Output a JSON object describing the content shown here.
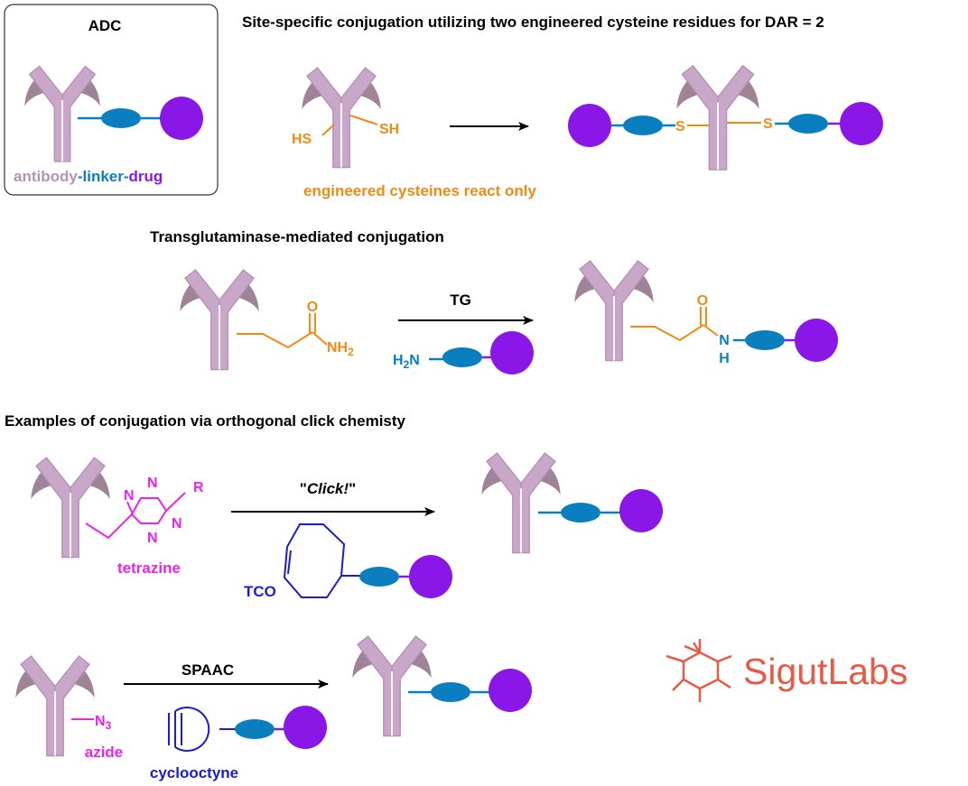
{
  "colors": {
    "antibody": "#c9a7c9",
    "antibody_outline": "#b591b5",
    "antibody_fab_dark": "#9f8497",
    "linker": "#0a7fc0",
    "drug": "#8a17e8",
    "cysteine": "#f28a14",
    "click_chem": "#ee22ee",
    "tco": "#1c1cd0",
    "logo": "#e85a45"
  },
  "adc_box": {
    "title": "ADC",
    "label_antibody": "antibody",
    "label_sep1": "-",
    "label_linker": "linker",
    "label_sep2": "-",
    "label_drug": "drug"
  },
  "cysteine": {
    "title": "Site-specific conjugation utilizing two engineered cysteine residues for DAR = 2",
    "hs_left": "HS",
    "sh_right": "SH",
    "s_left": "S",
    "s_right": "S",
    "caption": "engineered cysteines react only"
  },
  "transglutaminase": {
    "title": "Transglutaminase-mediated conjugation",
    "arrow_label": "TG",
    "amide_o": "O",
    "amide_nh": "NH",
    "amide_nh_sub": "2",
    "reagent_h": "H",
    "reagent_h_sub": "2",
    "reagent_n": "N",
    "product_o": "O",
    "product_n": "N",
    "product_h": "H"
  },
  "click": {
    "title": "Examples of conjugation via orthogonal click chemisty",
    "arrow_label_quote_open": "\"",
    "arrow_label_italic": "Click!",
    "arrow_label_quote_close": "\"",
    "tetrazine_n1": "N",
    "tetrazine_n2": "N",
    "tetrazine_n3": "N",
    "tetrazine_n4": "N",
    "tetrazine_r": "R",
    "tetrazine_label": "tetrazine",
    "tco_label": "TCO"
  },
  "spaac": {
    "arrow_label": "SPAAC",
    "azide_n": "N",
    "azide_sub": "3",
    "azide_label": "azide",
    "cyclooctyne_label": "cyclooctyne"
  },
  "logo": {
    "text": "SigutLabs"
  }
}
